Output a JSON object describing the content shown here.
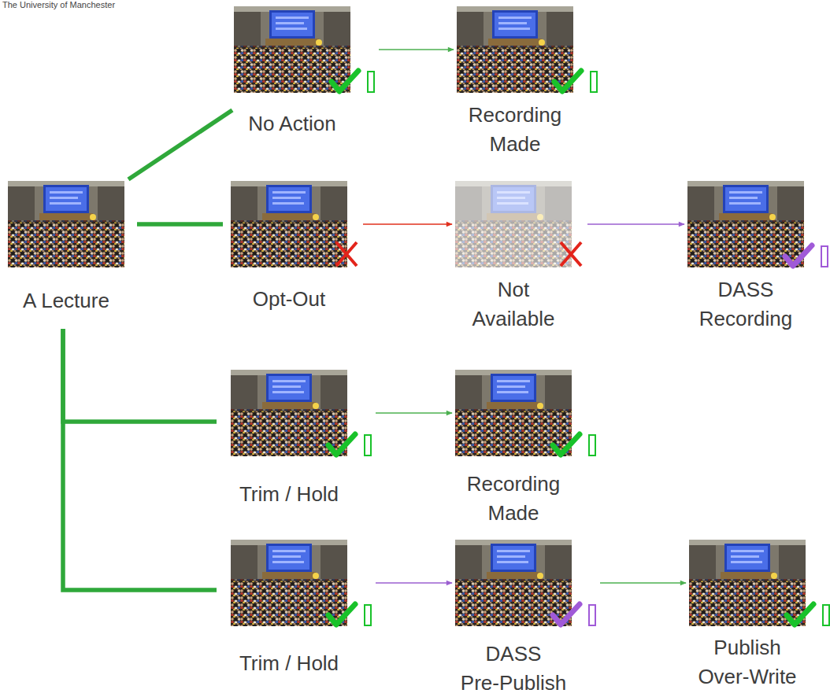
{
  "diagram": {
    "nodes": [
      {
        "text": [
          "A Lecture"
        ]
      },
      {
        "text": [
          "No Action"
        ]
      },
      {
        "text": [
          "Recording Made"
        ]
      },
      {
        "text": [
          "Opt-Out"
        ]
      },
      {
        "text": [
          "Not Available"
        ]
      },
      {
        "text": [
          "DASS Recording"
        ]
      },
      {
        "text": [
          "Trim / Hold"
        ]
      },
      {
        "text": [
          "Recording Made"
        ]
      },
      {
        "text": [
          "Trim / Hold"
        ]
      },
      {
        "text": [
          "DASS Pre-Publish"
        ]
      },
      {
        "text": [
          "Publish Over-Write"
        ]
      }
    ],
    "edges": [
      {
        "from": 0,
        "to": 1,
        "arrow": "none"
      },
      {
        "from": 0,
        "to": 3,
        "arrow": "none"
      },
      {
        "from": 0,
        "to": 6,
        "arrow": "none"
      },
      {
        "from": 0,
        "to": 8,
        "arrow": "none"
      },
      {
        "from": 1,
        "to": 2,
        "arrow": "to"
      },
      {
        "from": 3,
        "to": 4,
        "arrow": "to"
      },
      {
        "from": 4,
        "to": 5,
        "arrow": "to"
      },
      {
        "from": 6,
        "to": 7,
        "arrow": "to"
      },
      {
        "from": 8,
        "to": 9,
        "arrow": "to"
      },
      {
        "from": 9,
        "to": 10,
        "arrow": "to"
      }
    ],
    "labels": [
      "The University of Manchester"
    ]
  }
}
